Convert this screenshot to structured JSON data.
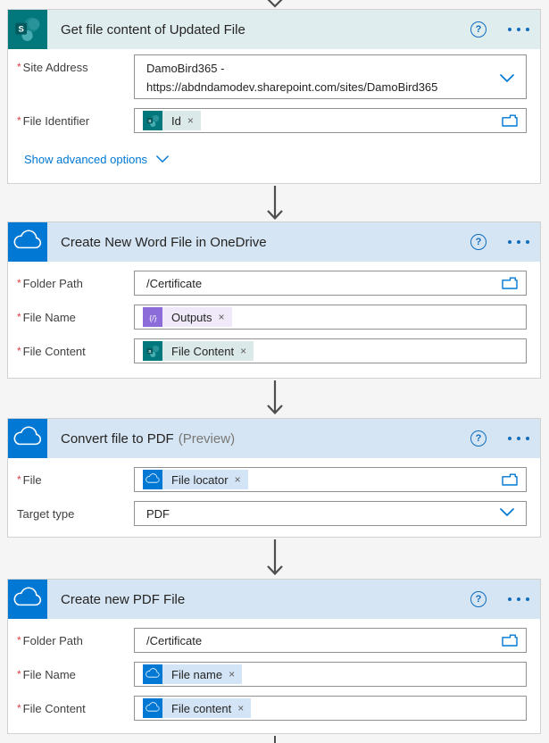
{
  "glyphs": {
    "required": "*",
    "token_close": "×",
    "help": "?"
  },
  "colors": {
    "accent": "#0078d4",
    "sharepoint": "#03787c",
    "onedrive": "#0078d4",
    "expression": "#8b6cd9"
  },
  "cards": [
    {
      "title": "Get file content of Updated File",
      "connector": "sharepoint",
      "fields": [
        {
          "label": "Site Address",
          "value_line1": "DamoBird365 -",
          "value_line2": "https://abdndamodev.sharepoint.com/sites/DamoBird365"
        },
        {
          "label": "File Identifier",
          "token": {
            "source": "sharepoint",
            "text": "Id"
          }
        }
      ],
      "advanced_link": "Show advanced options"
    },
    {
      "title": "Create New Word File in OneDrive",
      "connector": "onedrive",
      "fields": [
        {
          "label": "Folder Path",
          "value": "/Certificate"
        },
        {
          "label": "File Name",
          "token": {
            "source": "expression",
            "text": "Outputs"
          }
        },
        {
          "label": "File Content",
          "token": {
            "source": "sharepoint",
            "text": "File Content"
          }
        }
      ]
    },
    {
      "title": "Convert file to PDF",
      "title_suffix": "(Preview)",
      "connector": "onedrive",
      "fields": [
        {
          "label": "File",
          "token": {
            "source": "onedrive",
            "text": "File locator"
          }
        },
        {
          "label": "Target type",
          "value": "PDF"
        }
      ]
    },
    {
      "title": "Create new PDF File",
      "connector": "onedrive",
      "fields": [
        {
          "label": "Folder Path",
          "value": "/Certificate"
        },
        {
          "label": "File Name",
          "token": {
            "source": "onedrive",
            "text": "File name"
          }
        },
        {
          "label": "File Content",
          "token": {
            "source": "onedrive",
            "text": "File content"
          }
        }
      ]
    }
  ]
}
